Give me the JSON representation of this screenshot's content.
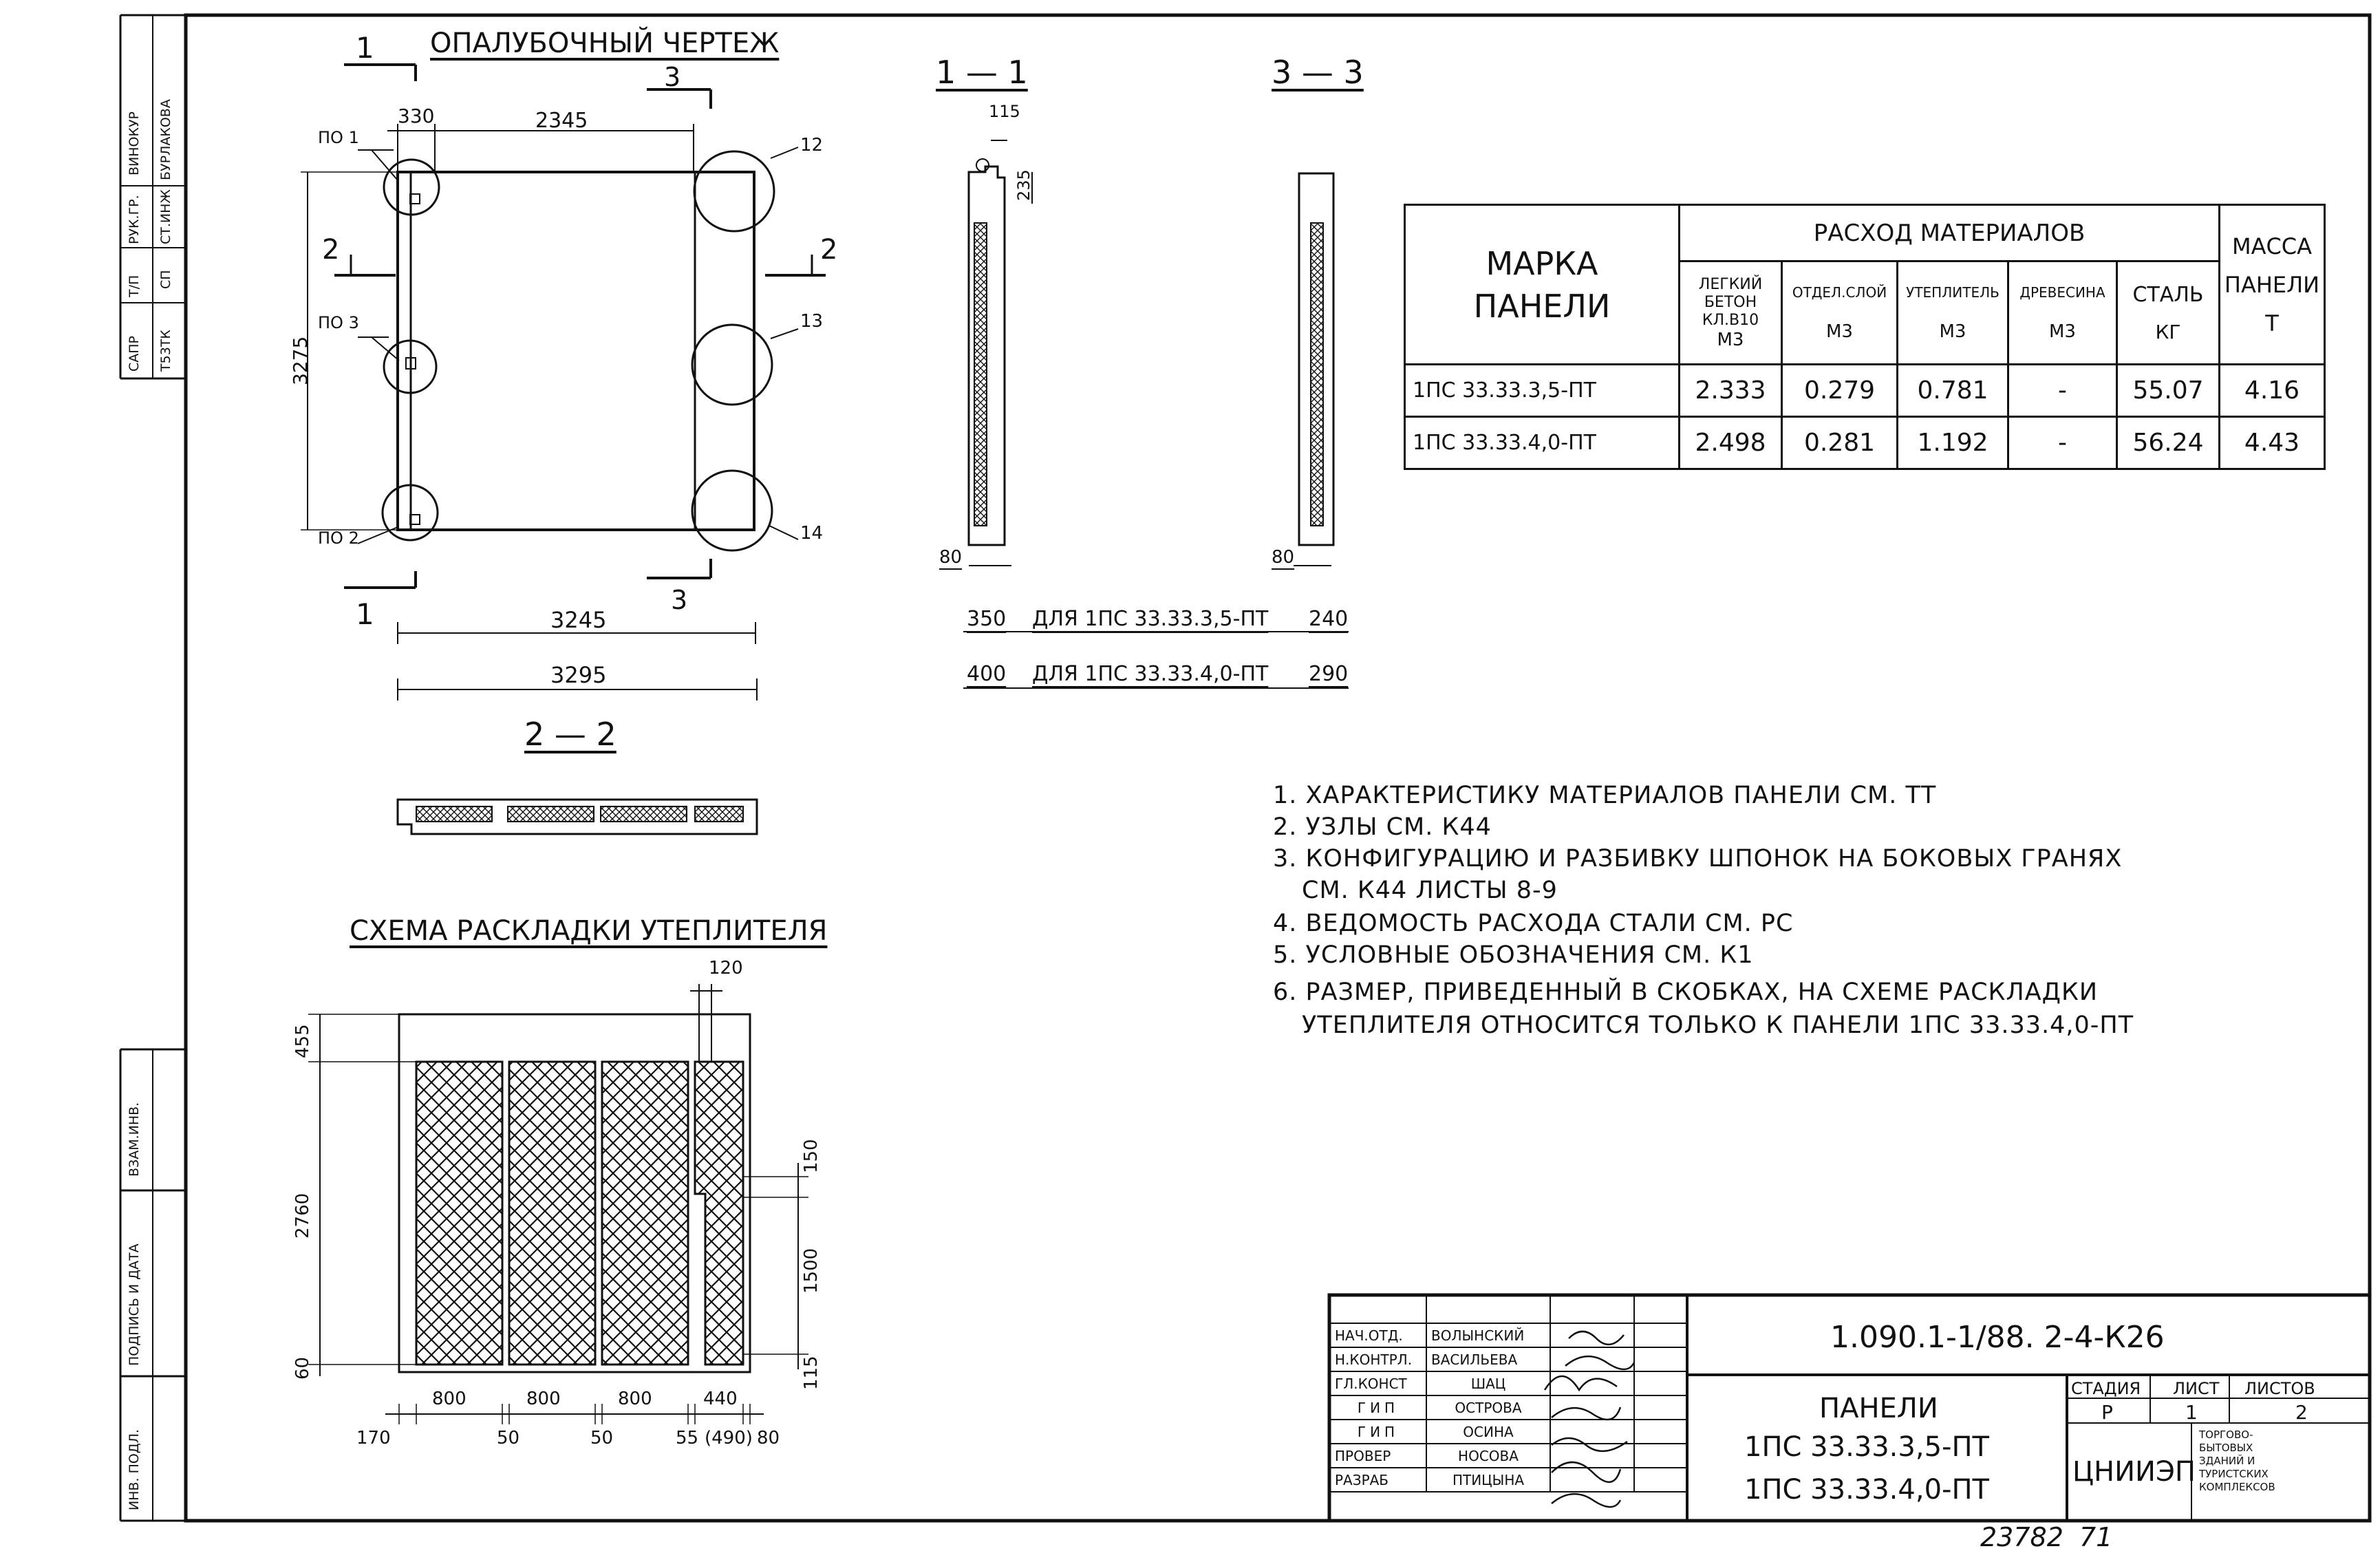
{
  "titles": {
    "formwork": "ОПАЛУБОЧНЫЙ ЧЕРТЕЖ",
    "section_11": "1 — 1",
    "section_33": "3 — 3",
    "section_22": "2 — 2",
    "insulation": "СХЕМА РАСКЛАДКИ УТЕПЛИТЕЛЯ"
  },
  "formwork": {
    "dims": {
      "top_left": "330",
      "top_main": "2345",
      "left_height": "3275",
      "bottom_inner": "3245",
      "bottom_outer": "3295"
    },
    "cut_labels": {
      "c1_top": "1",
      "c1_bottom": "1",
      "c2_left": "2",
      "c2_right": "2",
      "c3_top": "3",
      "c3_bottom": "3"
    },
    "callouts": {
      "po1": "ПО 1",
      "po2": "ПО 2",
      "po3": "ПО 3",
      "n12": "12",
      "n13": "13",
      "n14": "14"
    }
  },
  "section": {
    "top_dim": "115",
    "side_dim": "235",
    "bottom_left": "80",
    "bottom_right": "80",
    "variants": [
      {
        "left": "350",
        "text": "ДЛЯ 1ПС 33.33.3,5-ПТ",
        "right": "240"
      },
      {
        "left": "400",
        "text": "ДЛЯ 1ПС 33.33.4,0-ПТ",
        "right": "290"
      }
    ]
  },
  "materials_table": {
    "headers": {
      "mark": "МАРКА",
      "mark2": "ПАНЕЛИ",
      "consumption": "РАСХОД МАТЕРИАЛОВ",
      "mass": "МАССА",
      "mass2": "ПАНЕЛИ",
      "mass_unit": "Т"
    },
    "columns": [
      {
        "name": "ЛЕГКИЙ БЕТОН КЛ.В10",
        "unit": "М3"
      },
      {
        "name": "ОТДЕЛ.СЛОЙ",
        "unit": "М3"
      },
      {
        "name": "УТЕПЛИТЕЛЬ",
        "unit": "М3"
      },
      {
        "name": "ДРЕВЕСИНА",
        "unit": "М3"
      },
      {
        "name": "СТАЛЬ",
        "unit": "КГ"
      }
    ],
    "rows": [
      {
        "mark": "1ПС 33.33.3,5-ПТ",
        "values": [
          "2.333",
          "0.279",
          "0.781",
          "-",
          "55.07",
          "4.16"
        ]
      },
      {
        "mark": "1ПС 33.33.4,0-ПТ",
        "values": [
          "2.498",
          "0.281",
          "1.192",
          "-",
          "56.24",
          "4.43"
        ]
      }
    ]
  },
  "notes": [
    "1. ХАРАКТЕРИСТИКУ МАТЕРИАЛОВ ПАНЕЛИ СМ. ТТ",
    "2. УЗЛЫ СМ. К44",
    "3. КОНФИГУРАЦИЮ И РАЗБИВКУ ШПОНОК НА БОКОВЫХ ГРАНЯХ",
    "СМ. К44 ЛИСТЫ 8-9",
    "4. ВЕДОМОСТЬ РАСХОДА СТАЛИ СМ. РС",
    "5. УСЛОВНЫЕ ОБОЗНАЧЕНИЯ СМ. К1",
    "6. РАЗМЕР, ПРИВЕДЕННЫЙ В СКОБКАХ, НА СХЕМЕ РАСКЛАДКИ",
    "УТЕПЛИТЕЛЯ ОТНОСИТСЯ ТОЛЬКО К ПАНЕЛИ 1ПС 33.33.4,0-ПТ"
  ],
  "insulation": {
    "top_dim": "120",
    "left_dims": [
      "455",
      "2760",
      "60"
    ],
    "right_dims": [
      "150",
      "1500",
      "115"
    ],
    "bottom_upper": [
      "800",
      "800",
      "800",
      "440"
    ],
    "bottom_lower": [
      "170",
      "50",
      "50",
      "55",
      "(490)",
      "80"
    ]
  },
  "stamp": {
    "code": "1.090.1-1/88. 2-4-К26",
    "title": [
      "ПАНЕЛИ",
      "1ПС 33.33.3,5-ПТ",
      "1ПС 33.33.4,0-ПТ"
    ],
    "stage_headers": [
      "СТАДИЯ",
      "ЛИСТ",
      "ЛИСТОВ"
    ],
    "stage_values": [
      "Р",
      "1",
      "2"
    ],
    "org": "ЦНИИЭП",
    "org_desc": [
      "ТОРГОВО-",
      "БЫТОВЫХ",
      "ЗДАНИЙ И",
      "ТУРИСТСКИХ",
      "КОМПЛЕКСОВ"
    ],
    "signatures": [
      {
        "role": "НАЧ.ОТД.",
        "name": "ВОЛЫНСКИЙ"
      },
      {
        "role": "Н.КОНТРЛ.",
        "name": "ВАСИЛЬЕВА"
      },
      {
        "role": "ГЛ.КОНСТ",
        "name": "ШАЦ"
      },
      {
        "role": "ГИП",
        "name": "ОСТРОВА"
      },
      {
        "role": "ГИП",
        "name": "ОСИНА"
      },
      {
        "role": "ПРОВЕР",
        "name": "НОСОВА"
      },
      {
        "role": "РАЗРАБ",
        "name": "ПТИЦЫНА"
      }
    ],
    "inventory": "23782",
    "page": "71"
  },
  "side_table": {
    "top": [
      {
        "role": "САПР",
        "name": "Т53ТК"
      },
      {
        "role": "Т/П",
        "name": "СП"
      },
      {
        "role": "РУК.ГР.",
        "name": "СТ.ИНЖ"
      },
      {
        "role": "ВИНОКУР",
        "name": "БУРЛАКОВА"
      }
    ],
    "bottom": [
      "ВЗАМ.ИНВ.",
      "ПОДПИСЬ И ДАТА",
      "ИНВ. ПОДЛ."
    ]
  }
}
